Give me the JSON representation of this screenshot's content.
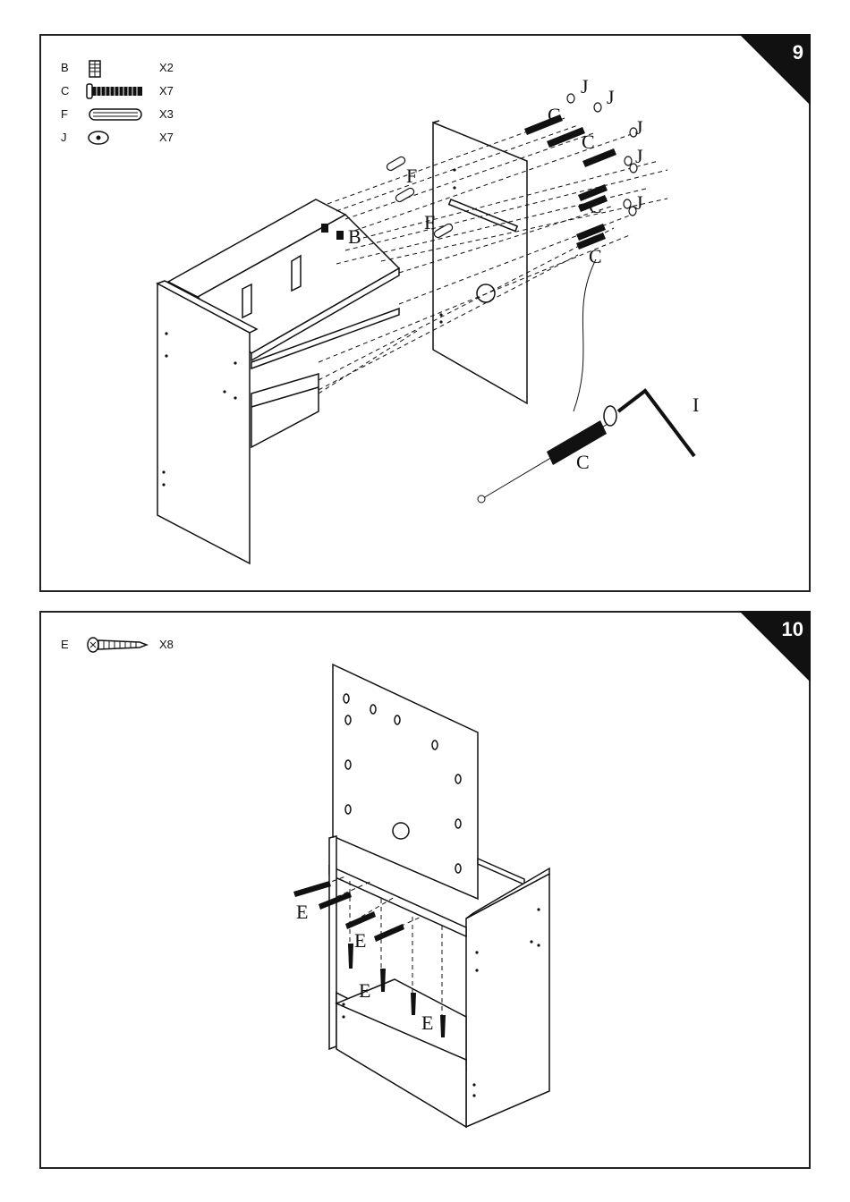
{
  "step9": {
    "number": "9",
    "parts": [
      {
        "letter": "B",
        "icon": "cam-lock-icon",
        "qty": "X2"
      },
      {
        "letter": "C",
        "icon": "bolt-icon",
        "qty": "X7"
      },
      {
        "letter": "F",
        "icon": "dowel-icon",
        "qty": "X3"
      },
      {
        "letter": "J",
        "icon": "cap-icon",
        "qty": "X7"
      }
    ],
    "callouts": [
      "C",
      "J",
      "J",
      "C",
      "J",
      "J",
      "C",
      "J",
      "C",
      "F",
      "F",
      "B",
      "I",
      "C"
    ]
  },
  "step10": {
    "number": "10",
    "parts": [
      {
        "letter": "E",
        "icon": "screw-icon",
        "qty": "X8"
      }
    ],
    "callouts": [
      "E",
      "E",
      "E",
      "E"
    ]
  }
}
